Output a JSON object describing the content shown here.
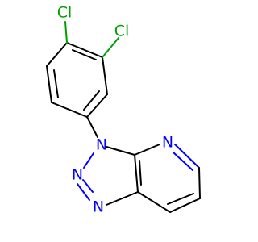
{
  "molecule": {
    "atoms": [
      {
        "id": "cl1",
        "label": "Cl",
        "element": "Cl",
        "color": "#00a000"
      },
      {
        "id": "cl2",
        "label": "Cl",
        "element": "Cl",
        "color": "#00a000"
      },
      {
        "id": "n1",
        "label": "N",
        "element": "N",
        "color": "#0000ff"
      },
      {
        "id": "n2",
        "label": "N",
        "element": "N",
        "color": "#0000ff"
      },
      {
        "id": "n3",
        "label": "N",
        "element": "N",
        "color": "#0000ff"
      },
      {
        "id": "n4",
        "label": "N",
        "element": "N",
        "color": "#0000ff"
      }
    ],
    "colors": {
      "bond": "#000000",
      "nitrogen": "#0000ff",
      "chlorine": "#00a000",
      "background": "#ffffff"
    }
  }
}
